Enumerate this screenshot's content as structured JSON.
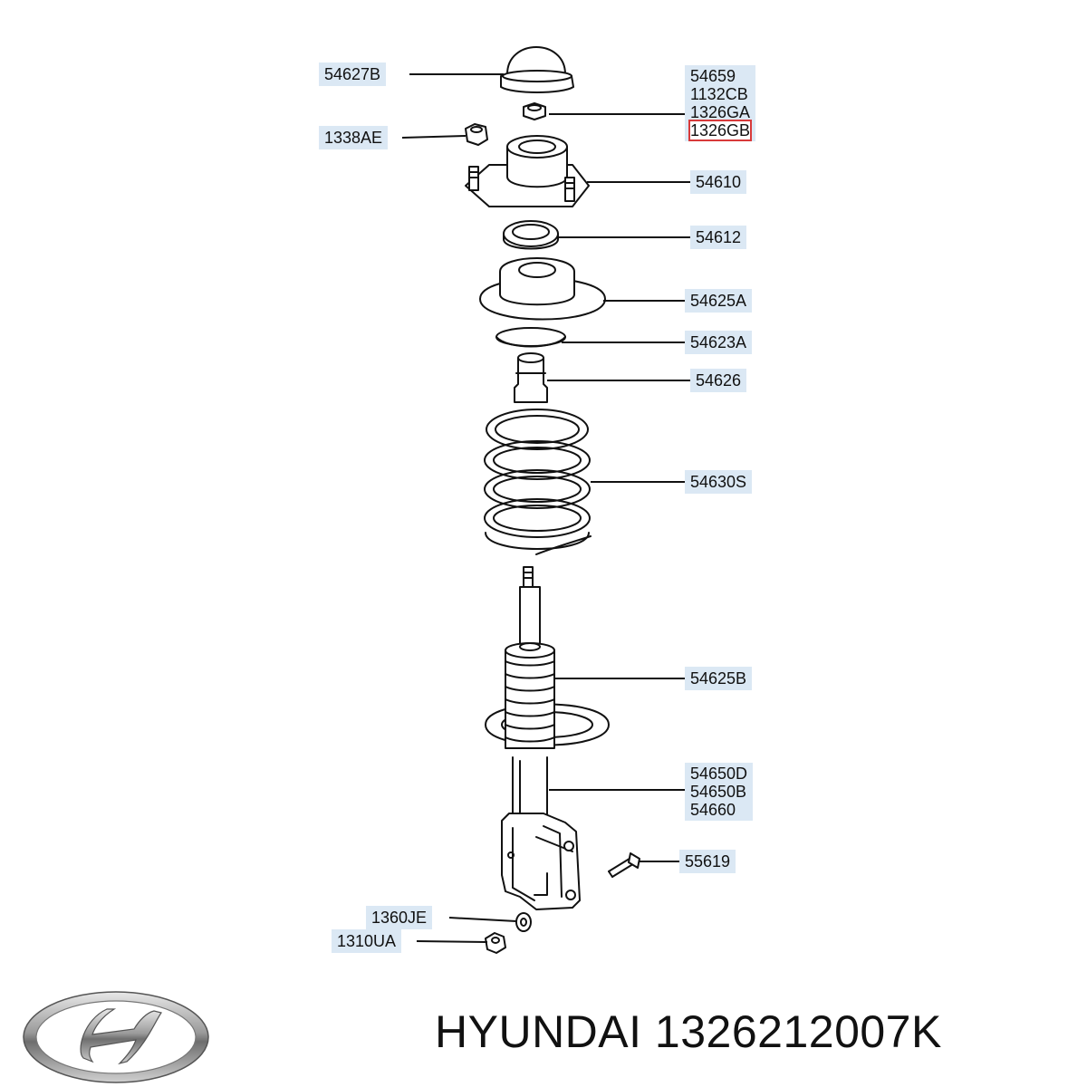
{
  "labels": {
    "p54627B": "54627B",
    "p54659": "54659",
    "p1132CB": "1132CB",
    "p1326GA": "1326GA",
    "p1326GB": "1326GB",
    "p1338AE": "1338AE",
    "p54610": "54610",
    "p54612": "54612",
    "p54625A": "54625A",
    "p54623A": "54623A",
    "p54626": "54626",
    "p54630S": "54630S",
    "p54625B": "54625B",
    "p54650D": "54650D",
    "p54650B": "54650B",
    "p54660": "54660",
    "p55619": "55619",
    "p1360JE": "1360JE",
    "p1310UA": "1310UA"
  },
  "highlighted_part": "1326GB",
  "highlight_color": "#d83a3a",
  "label_bg_color": "#dbe8f4",
  "brand_logo": "hyundai-logo",
  "caption": "HYUNDAI 1326212007K"
}
